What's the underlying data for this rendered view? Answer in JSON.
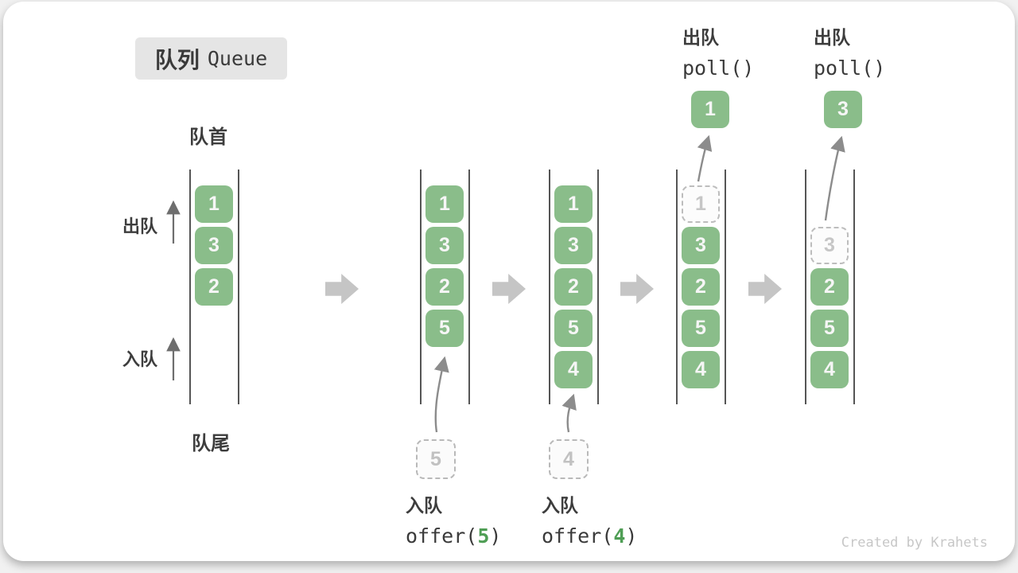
{
  "title": {
    "zh": "队列",
    "en": "Queue"
  },
  "side_labels": {
    "front": "队首",
    "rear": "队尾",
    "dequeue": "出队",
    "enqueue": "入队"
  },
  "queues": [
    {
      "cells": [
        "1",
        "3",
        "2"
      ]
    },
    {
      "cells": [
        "1",
        "3",
        "2",
        "5"
      ]
    },
    {
      "cells": [
        "1",
        "3",
        "2",
        "5",
        "4"
      ]
    },
    {
      "ghost": "1",
      "cells": [
        "3",
        "2",
        "5",
        "4"
      ],
      "popped": "1"
    },
    {
      "ghost": "3",
      "cells": [
        "2",
        "5",
        "4"
      ],
      "popped": "3"
    }
  ],
  "pending": {
    "offer5": "5",
    "offer4": "4"
  },
  "ops": {
    "enqueue5": {
      "label": "入队",
      "code_pre": "offer(",
      "arg": "5",
      "code_post": ")"
    },
    "enqueue4": {
      "label": "入队",
      "code_pre": "offer(",
      "arg": "4",
      "code_post": ")"
    },
    "dequeue1": {
      "label": "出队",
      "code": "poll()"
    },
    "dequeue3": {
      "label": "出队",
      "code": "poll()"
    }
  },
  "colors": {
    "box_green": "#8abd8a",
    "code_green": "#4f9e55",
    "arrow_gray": "#8c8c8c",
    "chevron_gray": "#c5c5c5",
    "title_bg": "#e5e5e5"
  },
  "footer": {
    "credit": "Created by Krahets"
  }
}
